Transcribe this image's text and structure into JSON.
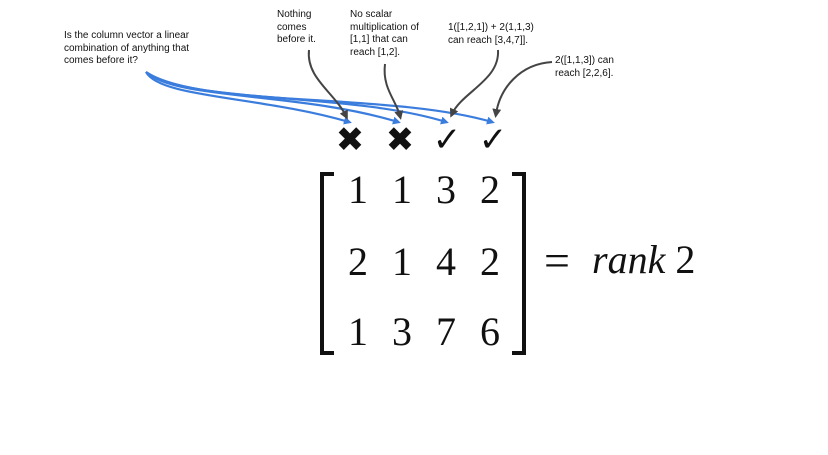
{
  "annotations": {
    "question": "Is the column vector a linear\ncombination of anything that\ncomes before it?",
    "nothing_before": "Nothing\ncomes\nbefore it.",
    "no_scalar": "No scalar\nmultiplication of\n[1,1] that can\nreach [1,2].",
    "linear_combination": "1([1,2,1]) + 2(1,1,3)\ncan reach [3,4,7]].",
    "scaled": "2([1,1,3]) can\nreach [2,2,6]."
  },
  "column_marks": [
    {
      "symbol": "✖",
      "meaning": "independent"
    },
    {
      "symbol": "✖",
      "meaning": "independent"
    },
    {
      "symbol": "✓",
      "meaning": "dependent"
    },
    {
      "symbol": "✓",
      "meaning": "dependent"
    }
  ],
  "matrix": {
    "rows": [
      [
        "1",
        "1",
        "3",
        "2"
      ],
      [
        "2",
        "1",
        "4",
        "2"
      ],
      [
        "1",
        "3",
        "7",
        "6"
      ]
    ]
  },
  "result": {
    "equals": "=",
    "rank_word": "rank",
    "rank_value": "2"
  },
  "colors": {
    "blue_arrow": "#3b7ddd",
    "gray_arrow": "#444444",
    "text": "#111111"
  }
}
